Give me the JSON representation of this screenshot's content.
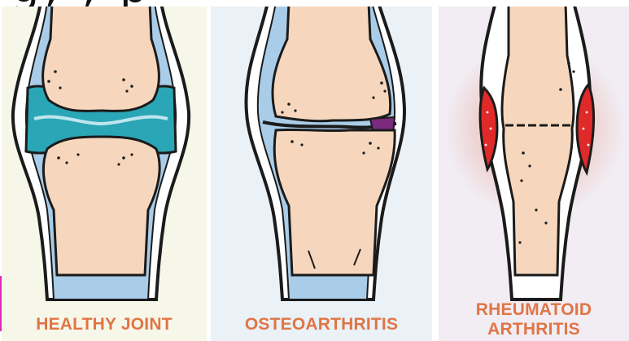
{
  "header_fragment": "g, , p",
  "panels": [
    {
      "id": "healthy",
      "label": "HEALTHY JOINT"
    },
    {
      "id": "osteo",
      "label": "OSTEOARTHRITIS"
    },
    {
      "id": "rheuma",
      "label_line1": "RHEUMATOID",
      "label_line2": "ARTHRITIS"
    }
  ],
  "colors": {
    "bone": "#f6d7bd",
    "bone_shadow": "#edc1a0",
    "capsule_outer": "#ffffff",
    "capsule_inner": "#a9cde8",
    "cartilage": "#2aa6b6",
    "inflamed": "#e02a2a",
    "label": "#e07545"
  }
}
